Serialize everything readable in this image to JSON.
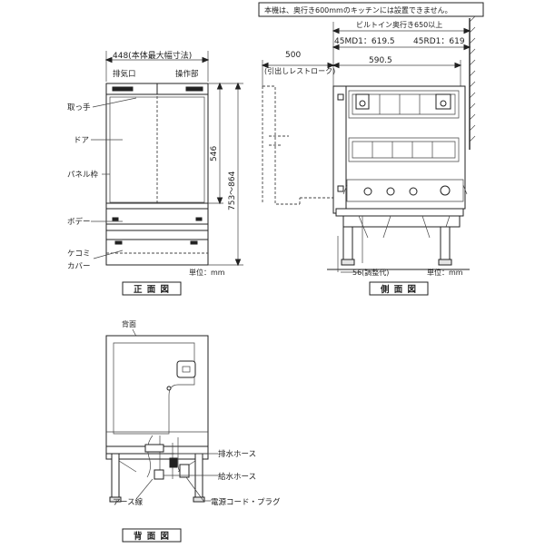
{
  "notice": "本機は、奥行き600mmのキッチンには設置できません。",
  "front": {
    "width_label": "448(本体最大幅寸法)",
    "exhaust_label": "排気口",
    "control_label": "操作部",
    "handle_label": "取っ手",
    "door_label": "ドア",
    "panel_label": "パネル枠",
    "body_label": "ボデー",
    "kick1_label": "ケコミ",
    "kick2_label": "カバー",
    "height_546": "546",
    "height_range": "753～864",
    "unit_label": "単位：mm",
    "caption": "正 面 図"
  },
  "side": {
    "builtin_label": "ビルトイン奥行き650以上",
    "model1_label": "45MD1：619.5",
    "model2_label": "45RD1：619",
    "draw_stroke": "500",
    "draw_label": "(引出しレストローク)",
    "depth_label": "590.5",
    "adjust_label": "56(調整代)",
    "unit_label": "単位：mm",
    "caption": "側 面 図"
  },
  "back": {
    "back_label": "背面",
    "drain_label": "排水ホース",
    "supply_label": "給水ホース",
    "earth_label": "アース線",
    "power_label": "電源コード・プラグ",
    "caption": "背 面 図"
  }
}
